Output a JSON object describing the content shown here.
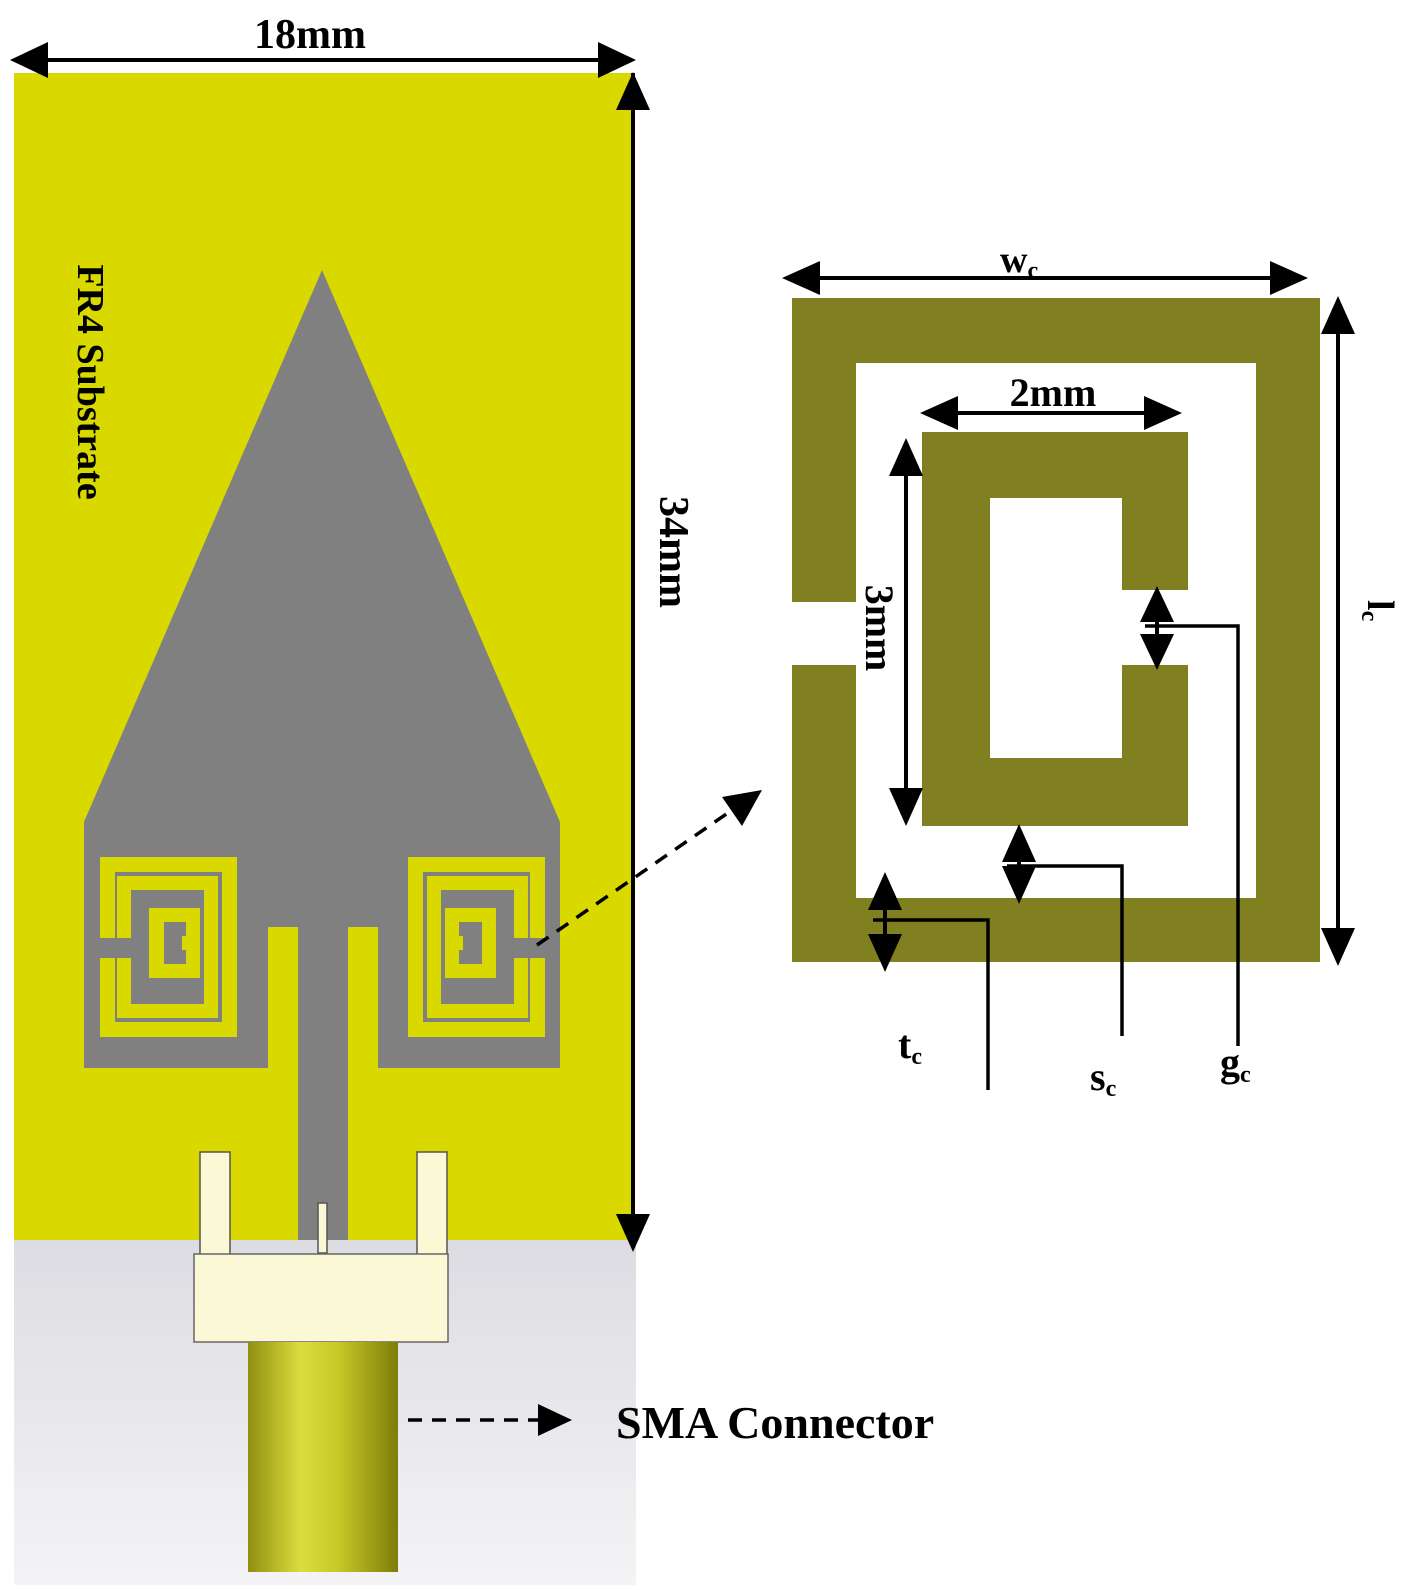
{
  "colors": {
    "substrate": "#d9d900",
    "patch": "#808080",
    "srr": "#808020",
    "connector_body": "#fbf8d6",
    "connector_barrel": "#c2c221",
    "shadow": "#e7e7ea"
  },
  "labels": {
    "width_dim": "18mm",
    "height_dim": "34mm",
    "substrate": "FR4 Substrate",
    "wc": "w",
    "wc_sub": "c",
    "lc": "l",
    "lc_sub": "c",
    "inner_width": "2mm",
    "inner_height": "3mm",
    "tc": "t",
    "tc_sub": "c",
    "sc": "s",
    "sc_sub": "c",
    "gc": "g",
    "gc_sub": "c",
    "connector": "SMA Connector"
  }
}
